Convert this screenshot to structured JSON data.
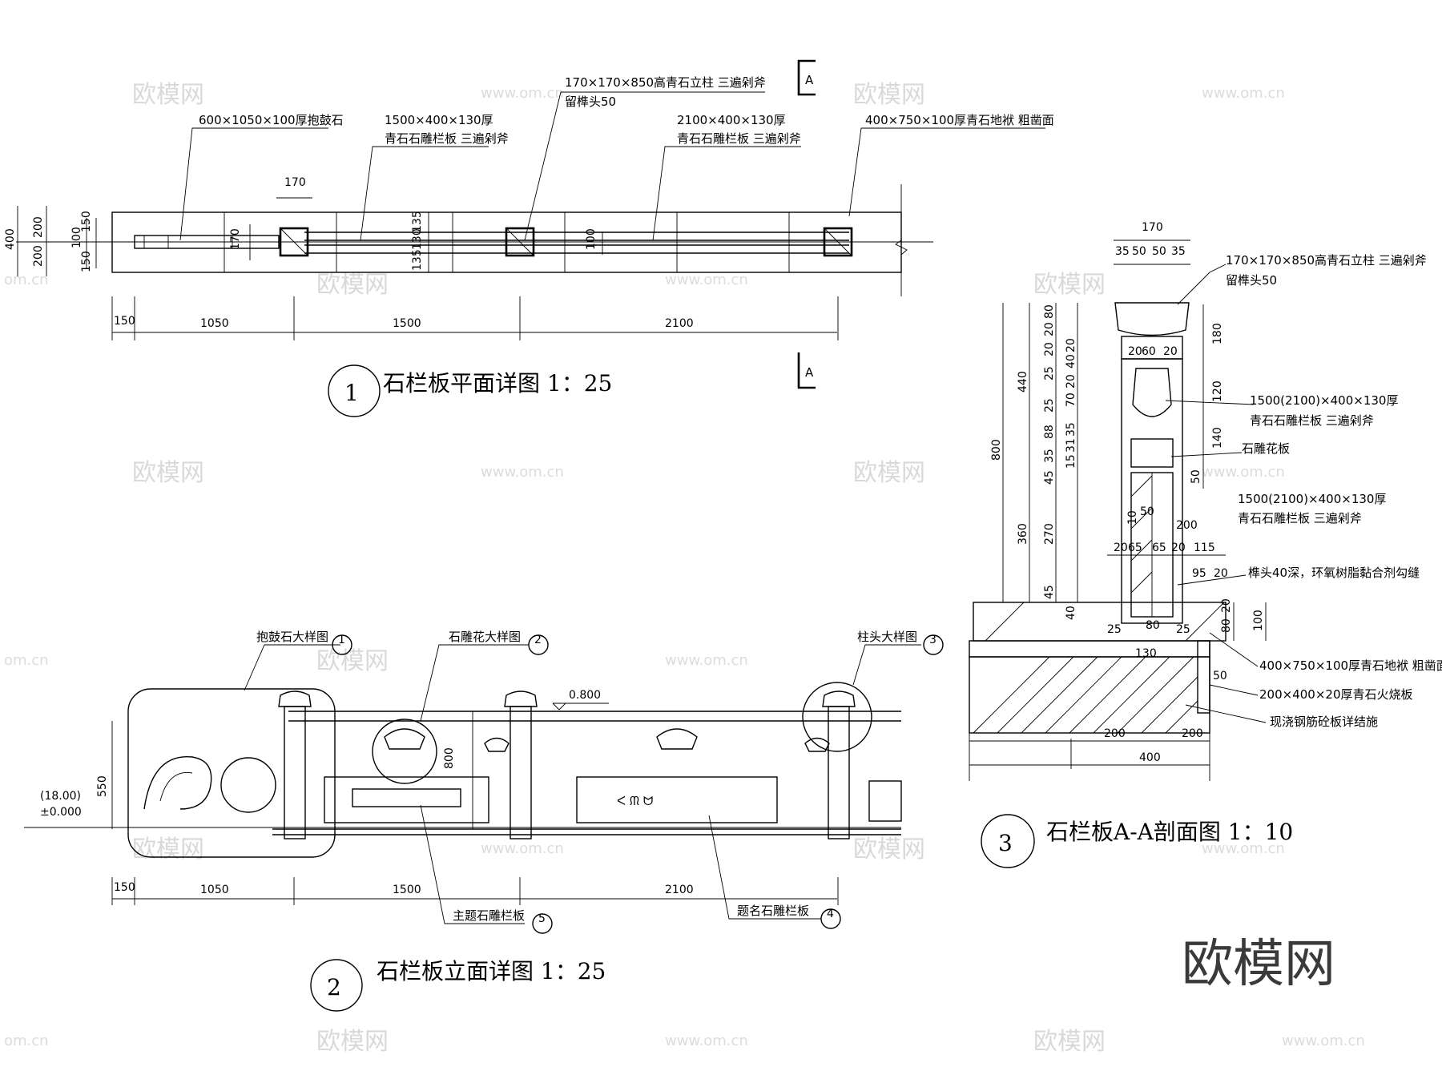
{
  "plan": {
    "title_no": "1",
    "title": "石栏板平面详图 1：25",
    "section_mark": "A",
    "labels": {
      "drum_stone": "600×1050×100厚抱鼓石",
      "panel1500_a": "1500×400×130厚",
      "panel1500_b": "青石石雕栏板 三遍剁斧",
      "post_a": "170×170×850高青石立柱 三遍剁斧",
      "post_b": "留榫头50",
      "panel2100_a": "2100×400×130厚",
      "panel2100_b": "青石石雕栏板 三遍剁斧",
      "sill": "400×750×100厚青石地袱 粗凿面"
    },
    "dims": {
      "d170": "170",
      "d400": "400",
      "d200a": "200",
      "d200b": "200",
      "d150a": "150",
      "d100": "100",
      "d150b": "150",
      "d170v": "170",
      "d135a": "135",
      "d130": "130",
      "d135b": "135",
      "d100b": "100",
      "d150": "150",
      "d1050": "1050",
      "d1500": "1500",
      "d2100": "2100"
    }
  },
  "elevation": {
    "title_no": "2",
    "title": "石栏板立面详图 1：25",
    "callouts": {
      "drum": "抱鼓石大样图",
      "drum_no": "1",
      "flower": "石雕花大样图",
      "flower_no": "2",
      "post_head": "柱头大样图",
      "post_head_no": "3",
      "theme_panel": "主题石雕栏板",
      "theme_panel_no": "5",
      "name_panel": "题名石雕栏板",
      "name_panel_no": "4"
    },
    "level": "0.800",
    "elev_a": "(18.00)",
    "elev_b": "±0.000",
    "dims": {
      "d550": "550",
      "d800": "800",
      "d150": "150",
      "d1050": "1050",
      "d1500": "1500",
      "d2100": "2100"
    }
  },
  "section": {
    "title_no": "3",
    "title": "石栏板A-A剖面图 1：10",
    "labels": {
      "post_a": "170×170×850高青石立柱 三遍剁斧",
      "post_b": "留榫头50",
      "panel_a": "1500(2100)×400×130厚",
      "panel_b": "青石石雕栏板 三遍剁斧",
      "flower": "石雕花板",
      "panel2_a": "1500(2100)×400×130厚",
      "panel2_b": "青石石雕栏板 三遍剁斧",
      "tenon": "榫头40深，环氧树脂黏合剂勾缝",
      "sill": "400×750×100厚青石地袱 粗凿面",
      "slab": "200×400×20厚青石火烧板",
      "concrete": "现浇钢筋砼板详结施"
    },
    "dims_top": [
      "170",
      "35",
      "50",
      "50",
      "35"
    ],
    "dims_left": [
      "800",
      "440",
      "360"
    ],
    "dims_mid": [
      "80",
      "20",
      "20",
      "25",
      "25",
      "88",
      "35",
      "45",
      "270",
      "45",
      "40"
    ],
    "dims_mid2": [
      "20",
      "40",
      "20",
      "70",
      "35",
      "31",
      "15"
    ],
    "dims_right": [
      "180",
      "120",
      "140",
      "50"
    ],
    "dims_inner": [
      "20",
      "60",
      "20",
      "10",
      "50",
      "200",
      "20",
      "65",
      "65",
      "20",
      "115",
      "95",
      "20",
      "25",
      "80",
      "25",
      "130",
      "50",
      "80",
      "20",
      "100"
    ],
    "dims_bottom": [
      "200",
      "200",
      "400"
    ]
  },
  "watermark": {
    "logo": "欧模网",
    "url": "www.om.cn",
    "tag": "om.cn"
  }
}
